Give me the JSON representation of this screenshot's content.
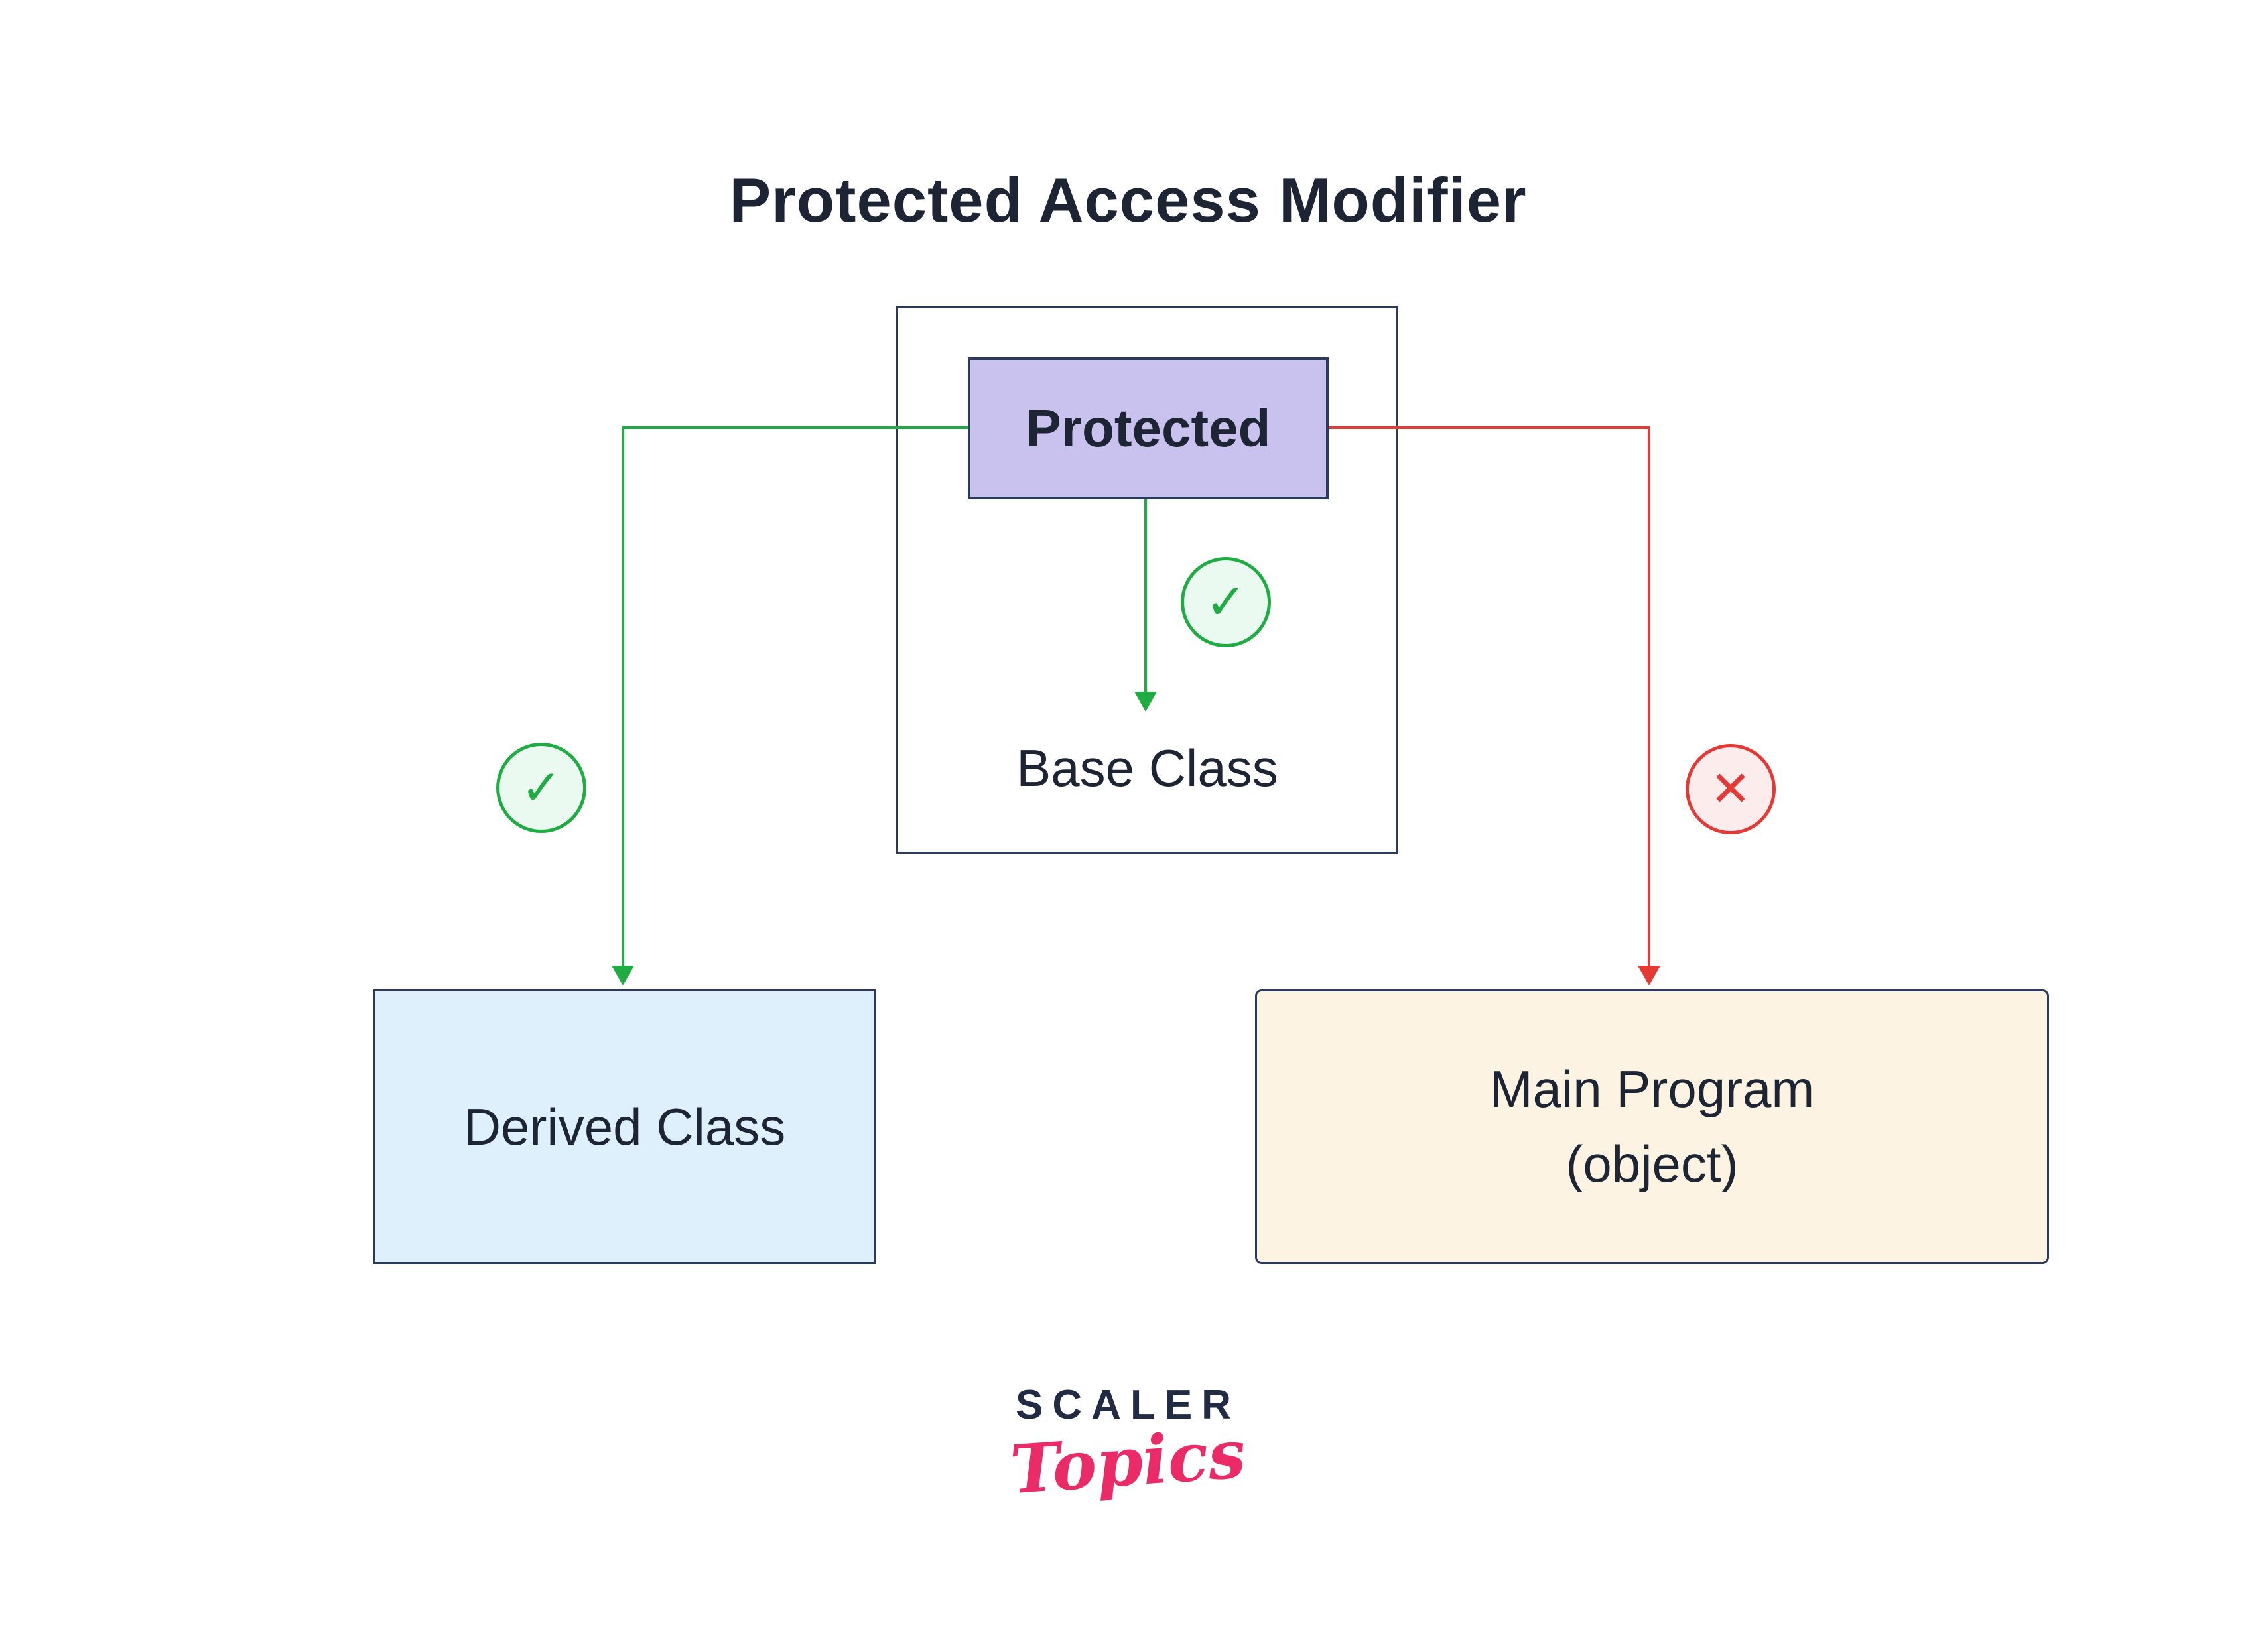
{
  "title": "Protected Access Modifier",
  "boxes": {
    "protected": "Protected",
    "base_class": "Base Class",
    "derived_class": "Derived Class",
    "main_program_line1": "Main Program",
    "main_program_line2": "(object)"
  },
  "icons": {
    "check": "✓",
    "cross": "✕"
  },
  "branding": {
    "wordmark": "SCALER",
    "sub_wordmark": "Topics"
  },
  "colors": {
    "green": "#1fad43",
    "green-bg": "#eafaf0",
    "red": "#e53935",
    "red-bg": "#fdecec",
    "navy": "#2a3b5f",
    "ink": "#1d2433",
    "purple-fill": "#c9c2ee",
    "blue-fill": "#def0fb",
    "cream-fill": "#fdf3e3",
    "pink": "#ea2b68"
  }
}
